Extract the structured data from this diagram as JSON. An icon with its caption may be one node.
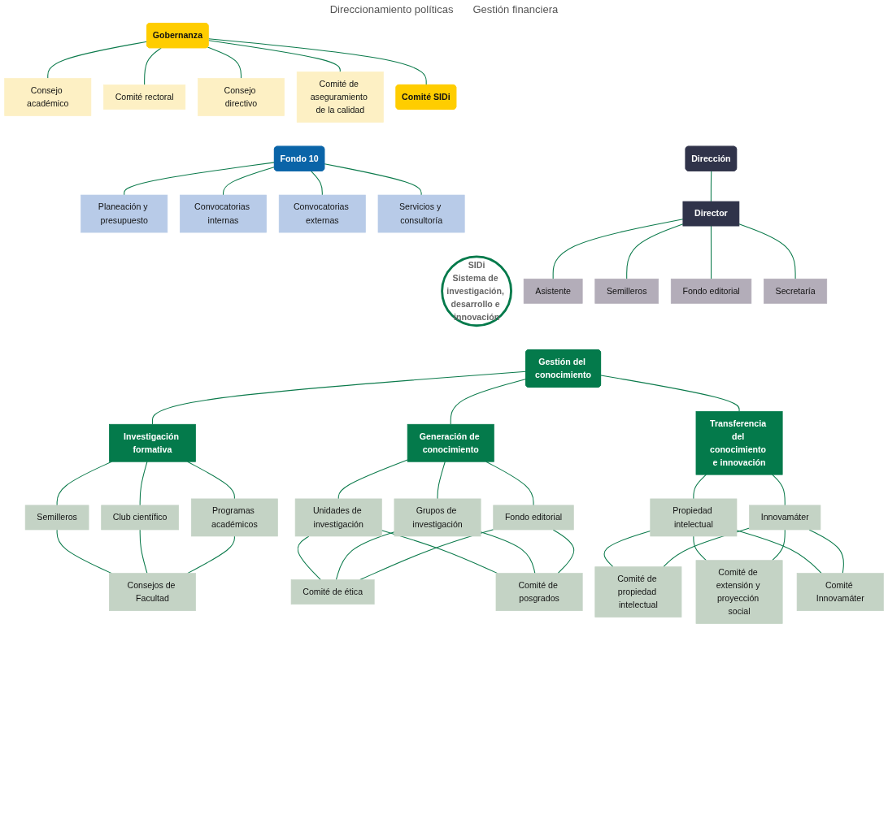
{
  "diagram": {
    "nodes": [
      {
        "text": [
          "Consejo académico"
        ]
      },
      {
        "text": [
          "Comité rectoral"
        ]
      },
      {
        "text": [
          "Consejo directivo"
        ]
      },
      {
        "text": [
          "Gobernanza"
        ]
      },
      {
        "text": [
          "Comité de aseguramiento de la calidad"
        ]
      },
      {
        "text": [
          "Comité SIDi"
        ]
      },
      {
        "text": [
          "Planeación y presupuesto"
        ]
      },
      {
        "text": [
          "Convocatorias internas"
        ]
      },
      {
        "text": [
          "Convocatorias externas"
        ]
      },
      {
        "text": [
          "Servicios y consultoría"
        ]
      },
      {
        "text": [
          "Fondo 10"
        ]
      },
      {
        "text": [
          "SIDi",
          "Sistema de investigación, desarrollo e innovación"
        ]
      },
      {
        "text": [
          "Dirección"
        ]
      },
      {
        "text": [
          "Director"
        ]
      },
      {
        "text": [
          "Asistente"
        ]
      },
      {
        "text": [
          "Semilleros"
        ]
      },
      {
        "text": [
          "Fondo editorial"
        ]
      },
      {
        "text": [
          "Secretaría"
        ]
      },
      {
        "text": [
          "Gestión del conocimiento"
        ]
      },
      {
        "text": [
          "Investigación formativa"
        ]
      },
      {
        "text": [
          "Generación de conocimiento"
        ]
      },
      {
        "text": [
          "Transferencia del conocimiento e innovación"
        ]
      },
      {
        "text": [
          "Semilleros"
        ]
      },
      {
        "text": [
          "Club científico"
        ]
      },
      {
        "text": [
          "Programas académicos"
        ]
      },
      {
        "text": [
          "Consejos de Facultad"
        ]
      },
      {
        "text": [
          "Unidades de investigación"
        ]
      },
      {
        "text": [
          "Grupos de investigación"
        ]
      },
      {
        "text": [
          "Fondo editorial"
        ]
      },
      {
        "text": [
          "Comité de ética"
        ]
      },
      {
        "text": [
          "Comité de posgrados"
        ]
      },
      {
        "text": [
          "Propiedad intelectual"
        ]
      },
      {
        "text": [
          "Innovamáter"
        ]
      },
      {
        "text": [
          "Comité de propiedad intelectual"
        ]
      },
      {
        "text": [
          "Comité de extensión y proyección social"
        ]
      },
      {
        "text": [
          "Comité Innovamáter"
        ]
      }
    ],
    "edges": [
      {
        "from": 3,
        "to": 0,
        "arrow": "none"
      },
      {
        "from": 3,
        "to": 1,
        "arrow": "none"
      },
      {
        "from": 3,
        "to": 2,
        "arrow": "none"
      },
      {
        "from": 3,
        "to": 4,
        "arrow": "none"
      },
      {
        "from": 3,
        "to": 5,
        "arrow": "none"
      },
      {
        "from": 10,
        "to": 6,
        "arrow": "none"
      },
      {
        "from": 10,
        "to": 7,
        "arrow": "none"
      },
      {
        "from": 10,
        "to": 8,
        "arrow": "none"
      },
      {
        "from": 10,
        "to": 9,
        "arrow": "none"
      },
      {
        "from": 12,
        "to": 13,
        "arrow": "none"
      },
      {
        "from": 13,
        "to": 14,
        "arrow": "none"
      },
      {
        "from": 13,
        "to": 15,
        "arrow": "none"
      },
      {
        "from": 13,
        "to": 16,
        "arrow": "none"
      },
      {
        "from": 13,
        "to": 17,
        "arrow": "none"
      },
      {
        "from": 18,
        "to": 19,
        "arrow": "none"
      },
      {
        "from": 18,
        "to": 20,
        "arrow": "none"
      },
      {
        "from": 18,
        "to": 21,
        "arrow": "none"
      },
      {
        "from": 19,
        "to": 22,
        "arrow": "none"
      },
      {
        "from": 19,
        "to": 23,
        "arrow": "none"
      },
      {
        "from": 19,
        "to": 24,
        "arrow": "none"
      },
      {
        "from": 22,
        "to": 25,
        "arrow": "none"
      },
      {
        "from": 23,
        "to": 25,
        "arrow": "none"
      },
      {
        "from": 24,
        "to": 25,
        "arrow": "none"
      },
      {
        "from": 20,
        "to": 26,
        "arrow": "none"
      },
      {
        "from": 20,
        "to": 27,
        "arrow": "none"
      },
      {
        "from": 20,
        "to": 28,
        "arrow": "none"
      },
      {
        "from": 26,
        "to": 29,
        "arrow": "none"
      },
      {
        "from": 27,
        "to": 29,
        "arrow": "none"
      },
      {
        "from": 28,
        "to": 29,
        "arrow": "none"
      },
      {
        "from": 26,
        "to": 30,
        "arrow": "none"
      },
      {
        "from": 27,
        "to": 30,
        "arrow": "none"
      },
      {
        "from": 28,
        "to": 30,
        "arrow": "none"
      },
      {
        "from": 21,
        "to": 31,
        "arrow": "none"
      },
      {
        "from": 21,
        "to": 32,
        "arrow": "none"
      },
      {
        "from": 31,
        "to": 33,
        "arrow": "none"
      },
      {
        "from": 32,
        "to": 33,
        "arrow": "none"
      },
      {
        "from": 31,
        "to": 34,
        "arrow": "none"
      },
      {
        "from": 32,
        "to": 34,
        "arrow": "none"
      },
      {
        "from": 31,
        "to": 35,
        "arrow": "none"
      },
      {
        "from": 32,
        "to": 35,
        "arrow": "none"
      }
    ],
    "labels": [
      "Direccionamiento políticas",
      "Gestión financiera"
    ]
  }
}
